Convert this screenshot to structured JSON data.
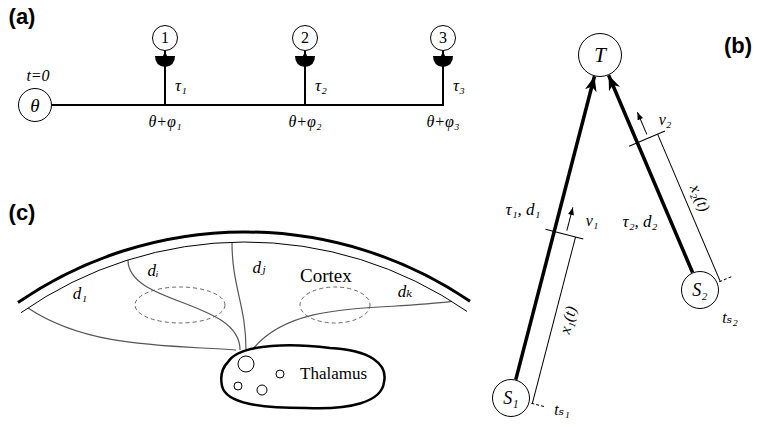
{
  "diagram": {
    "nodes": [
      {
        "text": [
          "θ"
        ]
      },
      {
        "text": [
          "1"
        ]
      },
      {
        "text": [
          "2"
        ]
      },
      {
        "text": [
          "3"
        ]
      },
      {
        "text": [
          "T"
        ]
      },
      {
        "text": [
          "S₁"
        ]
      },
      {
        "text": [
          "S₂"
        ]
      },
      {
        "text": [
          "Cortex"
        ]
      },
      {
        "text": [
          "Thalamus"
        ]
      }
    ],
    "edges": [
      {
        "from": 0,
        "to": 1,
        "arrow": "to"
      },
      {
        "from": 0,
        "to": 2,
        "arrow": "to"
      },
      {
        "from": 0,
        "to": 3,
        "arrow": "to"
      },
      {
        "from": 5,
        "to": 4,
        "label": "τ₁, d₁",
        "arrow": "to"
      },
      {
        "from": 6,
        "to": 4,
        "label": "τ₂, d₂",
        "arrow": "to"
      },
      {
        "from": 8,
        "to": 7,
        "label": "d₁",
        "arrow": "none"
      },
      {
        "from": 8,
        "to": 7,
        "label": "dᵢ",
        "arrow": "none"
      },
      {
        "from": 8,
        "to": 7,
        "label": "dⱼ",
        "arrow": "none"
      },
      {
        "from": 8,
        "to": 7,
        "label": "dₖ",
        "arrow": "none"
      }
    ],
    "labels": [
      "(a)",
      "t=0",
      "τ₁",
      "τ₂",
      "τ₃",
      "θ+φ₁",
      "θ+φ₂",
      "θ+φ₃",
      "(b)",
      "v₁",
      "x₁(t)",
      "tₛ₁",
      "v₂",
      "x₂(t)",
      "tₛ₂",
      "(c)"
    ]
  }
}
